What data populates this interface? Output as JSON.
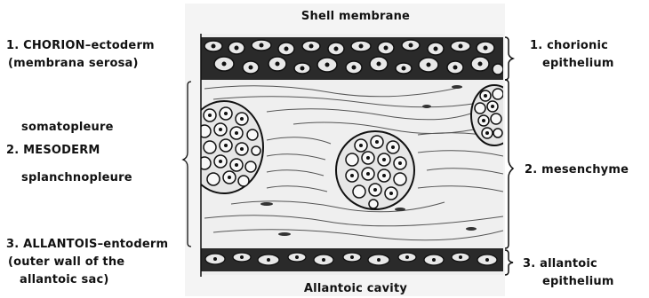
{
  "title": "Shell membrane",
  "bottom_label": "Allantoic cavity",
  "left_labels": {
    "chorion_line1": "1. CHORION–ectoderm",
    "chorion_line2": "(membrana serosa)",
    "somatopleure": "somatopleure",
    "mesoderm": "2. MESODERM",
    "splanchnopleure": "splanchnopleure",
    "allantois_line1": "3. ALLANTOIS–entoderm",
    "allantois_line2": "(outer wall of the",
    "allantois_line3": "allantoic sac)"
  },
  "right_labels": {
    "chorionic_line1": "1.  chorionic",
    "chorionic_line2": "epithelium",
    "mesenchyme": "2.  mesenchyme",
    "allantoic_line1": "3.  allantoic",
    "allantoic_line2": "epithelium"
  }
}
